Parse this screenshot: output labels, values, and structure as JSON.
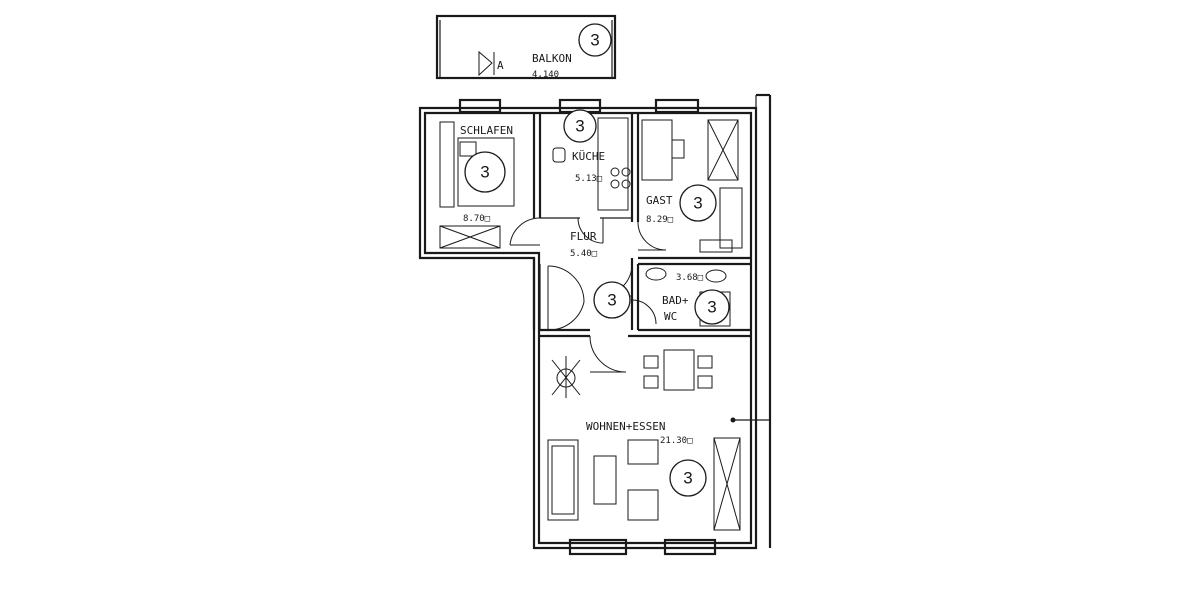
{
  "rooms": {
    "balkon": {
      "name": "BALKON",
      "area": "4,140"
    },
    "schlafen": {
      "name": "SCHLAFEN",
      "area": "8.70□"
    },
    "kueche": {
      "name": "KÜCHE",
      "area": "5.13□"
    },
    "gast": {
      "name": "GAST",
      "area": "8.29□"
    },
    "flur": {
      "name": "FLUR",
      "area": "5.40□"
    },
    "bad": {
      "name": "BAD+",
      "name2": "WC",
      "area": "3.68□"
    },
    "wohnen": {
      "name": "WOHNEN+ESSEN",
      "area": "21.30□"
    }
  },
  "balcony_marker": "A",
  "markers": {
    "balkon": "3",
    "kueche": "3",
    "schlafen": "3",
    "gast": "3",
    "flur": "3",
    "bad": "3",
    "wohnen": "3"
  }
}
